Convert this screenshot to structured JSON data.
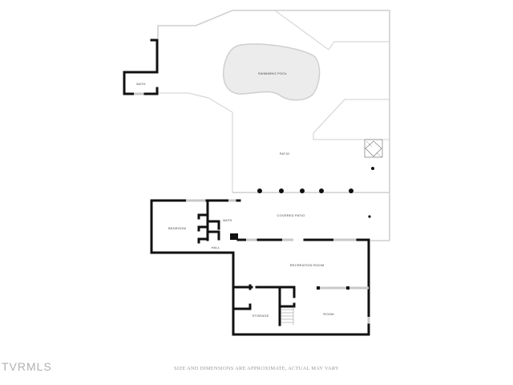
{
  "brand": {
    "logo_text": "TVRMLS"
  },
  "footer": {
    "disclaimer": "SIZE AND DIMENSIONS ARE APPROXIMATE, ACTUAL MAY VARY"
  },
  "rooms": {
    "swimming_pool": "SWIMMING POOL",
    "bath_upper": "BATH",
    "patio": "PATIO",
    "covered_patio": "COVERED PATIO",
    "bedroom": "BEDROOM",
    "bath_lower": "BATH",
    "hall": "HALL",
    "recreation_room": "RECREATION ROOM",
    "storage": "STORAGE",
    "room": "ROOM"
  },
  "colors": {
    "wall": "#111111",
    "exterior_outline": "#cfcfcf",
    "pool_fill": "#ececec",
    "label": "#444444"
  }
}
